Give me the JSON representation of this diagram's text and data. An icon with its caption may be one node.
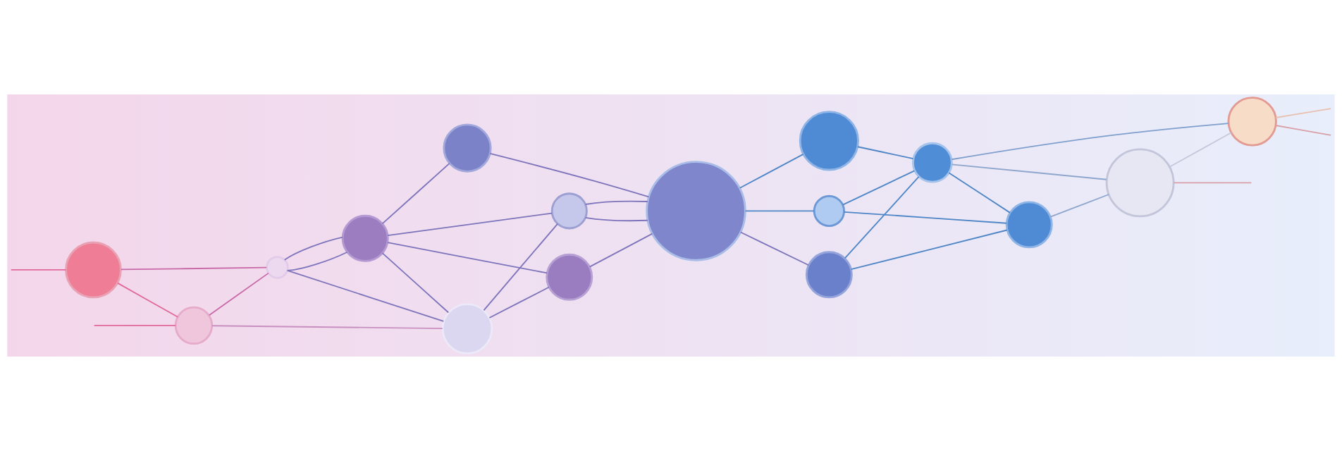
{
  "diagram": {
    "nodes": [
      {
        "text": [],
        "shape": "circle"
      },
      {
        "text": [],
        "shape": "circle"
      },
      {
        "text": [],
        "shape": "circle"
      },
      {
        "text": [],
        "shape": "circle"
      },
      {
        "text": [],
        "shape": "circle"
      },
      {
        "text": [],
        "shape": "circle"
      },
      {
        "text": [],
        "shape": "circle"
      },
      {
        "text": [],
        "shape": "circle"
      },
      {
        "text": [],
        "shape": "circle"
      },
      {
        "text": [],
        "shape": "circle"
      },
      {
        "text": [],
        "shape": "circle"
      },
      {
        "text": [],
        "shape": "circle"
      },
      {
        "text": [],
        "shape": "circle"
      },
      {
        "text": [],
        "shape": "circle"
      },
      {
        "text": [],
        "shape": "circle"
      },
      {
        "text": [],
        "shape": "circle"
      }
    ],
    "edges": [
      {
        "from": null,
        "to": 0,
        "arrow": "none",
        "color": "#e0689a"
      },
      {
        "from": null,
        "to": 1,
        "arrow": "none",
        "color": "#e0689a"
      },
      {
        "from": 0,
        "to": 1,
        "arrow": "none",
        "color": "#e0689a"
      },
      {
        "from": 0,
        "to": 2,
        "arrow": "none",
        "color": "#c86aa8"
      },
      {
        "from": 1,
        "to": 2,
        "arrow": "none",
        "color": "#c86aa8"
      },
      {
        "from": 1,
        "to": 3,
        "arrow": "none",
        "color": "#c890c0"
      },
      {
        "from": 2,
        "to": 3,
        "arrow": "none"
      },
      {
        "from": 2,
        "to": 4,
        "arrow": "none"
      },
      {
        "from": 2,
        "to": 4,
        "arrow": "none"
      },
      {
        "from": 4,
        "to": 3,
        "arrow": "none"
      },
      {
        "from": 4,
        "to": 5,
        "arrow": "none"
      },
      {
        "from": 4,
        "to": 6,
        "arrow": "none"
      },
      {
        "from": 4,
        "to": 7,
        "arrow": "none"
      },
      {
        "from": 3,
        "to": 6,
        "arrow": "none"
      },
      {
        "from": 3,
        "to": 7,
        "arrow": "none"
      },
      {
        "from": 5,
        "to": 8,
        "arrow": "none"
      },
      {
        "from": 6,
        "to": 8,
        "arrow": "none"
      },
      {
        "from": 6,
        "to": 8,
        "arrow": "none"
      },
      {
        "from": 7,
        "to": 8,
        "arrow": "none"
      },
      {
        "from": 8,
        "to": 9,
        "arrow": "none",
        "color": "#4f86c6"
      },
      {
        "from": 8,
        "to": 10,
        "arrow": "none",
        "color": "#4f86c6"
      },
      {
        "from": 8,
        "to": 11,
        "arrow": "none"
      },
      {
        "from": 9,
        "to": 12,
        "arrow": "none",
        "color": "#4f86c6"
      },
      {
        "from": 10,
        "to": 12,
        "arrow": "none",
        "color": "#4f86c6"
      },
      {
        "from": 10,
        "to": 13,
        "arrow": "none",
        "color": "#4f86c6"
      },
      {
        "from": 11,
        "to": 12,
        "arrow": "none",
        "color": "#4f86c6"
      },
      {
        "from": 11,
        "to": 13,
        "arrow": "none",
        "color": "#4f86c6"
      },
      {
        "from": 12,
        "to": 13,
        "arrow": "none",
        "color": "#4f86c6"
      },
      {
        "from": 12,
        "to": 14,
        "arrow": "none",
        "color": "#8fa6cc"
      },
      {
        "from": 12,
        "to": 15,
        "arrow": "none",
        "color": "#7f9fcc"
      },
      {
        "from": 13,
        "to": 14,
        "arrow": "none",
        "color": "#8fa6cc"
      },
      {
        "from": 14,
        "to": 15,
        "arrow": "none",
        "color": "#c8c8dc"
      },
      {
        "from": 14,
        "to": null,
        "arrow": "none",
        "color": "#d8a0a8"
      },
      {
        "from": 15,
        "to": null,
        "arrow": "none",
        "color": "#e8c0b0"
      },
      {
        "from": 15,
        "to": null,
        "arrow": "none",
        "color": "#d8a0a8"
      }
    ]
  }
}
